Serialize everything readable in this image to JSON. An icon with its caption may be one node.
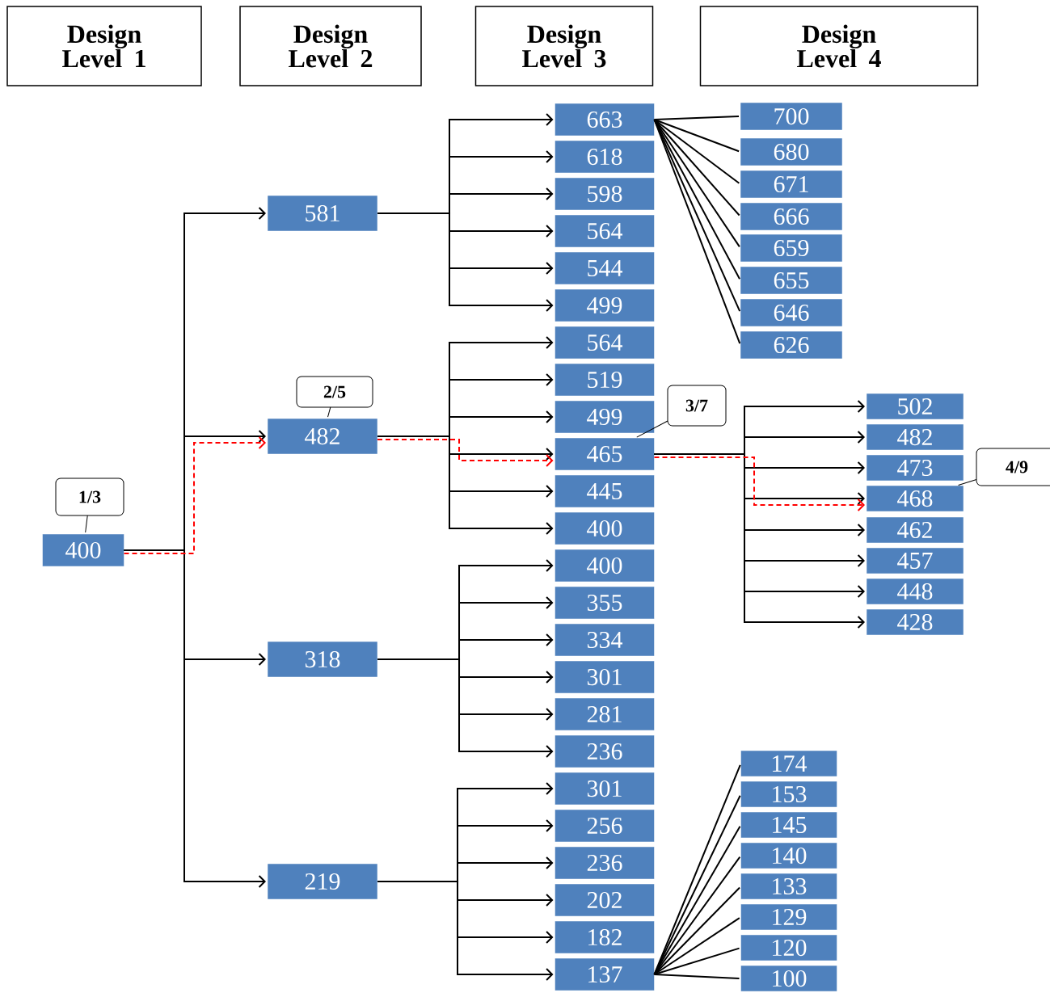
{
  "diagram": {
    "nodes": [
      {
        "text": [
          "Design Level 1"
        ]
      },
      {
        "text": [
          "Design Level 2"
        ]
      },
      {
        "text": [
          "Design Level 3"
        ]
      },
      {
        "text": [
          "Design Level 4"
        ]
      },
      {
        "text": [
          "400"
        ]
      },
      {
        "text": [
          "1/3"
        ]
      },
      {
        "text": [
          "581"
        ]
      },
      {
        "text": [
          "482"
        ]
      },
      {
        "text": [
          "2/5"
        ]
      },
      {
        "text": [
          "318"
        ]
      },
      {
        "text": [
          "219"
        ]
      },
      {
        "text": [
          "663"
        ]
      },
      {
        "text": [
          "618"
        ]
      },
      {
        "text": [
          "598"
        ]
      },
      {
        "text": [
          "564"
        ]
      },
      {
        "text": [
          "544"
        ]
      },
      {
        "text": [
          "499"
        ]
      },
      {
        "text": [
          "564"
        ]
      },
      {
        "text": [
          "519"
        ]
      },
      {
        "text": [
          "499"
        ]
      },
      {
        "text": [
          "465"
        ]
      },
      {
        "text": [
          "445"
        ]
      },
      {
        "text": [
          "400"
        ]
      },
      {
        "text": [
          "400"
        ]
      },
      {
        "text": [
          "355"
        ]
      },
      {
        "text": [
          "334"
        ]
      },
      {
        "text": [
          "301"
        ]
      },
      {
        "text": [
          "281"
        ]
      },
      {
        "text": [
          "236"
        ]
      },
      {
        "text": [
          "301"
        ]
      },
      {
        "text": [
          "256"
        ]
      },
      {
        "text": [
          "236"
        ]
      },
      {
        "text": [
          "202"
        ]
      },
      {
        "text": [
          "182"
        ]
      },
      {
        "text": [
          "137"
        ]
      },
      {
        "text": [
          "3/7"
        ]
      },
      {
        "text": [
          "700"
        ]
      },
      {
        "text": [
          "680"
        ]
      },
      {
        "text": [
          "671"
        ]
      },
      {
        "text": [
          "666"
        ]
      },
      {
        "text": [
          "659"
        ]
      },
      {
        "text": [
          "655"
        ]
      },
      {
        "text": [
          "646"
        ]
      },
      {
        "text": [
          "626"
        ]
      },
      {
        "text": [
          "502"
        ]
      },
      {
        "text": [
          "482"
        ]
      },
      {
        "text": [
          "473"
        ]
      },
      {
        "text": [
          "468"
        ]
      },
      {
        "text": [
          "462"
        ]
      },
      {
        "text": [
          "457"
        ]
      },
      {
        "text": [
          "448"
        ]
      },
      {
        "text": [
          "428"
        ]
      },
      {
        "text": [
          "4/9"
        ]
      },
      {
        "text": [
          "174"
        ]
      },
      {
        "text": [
          "153"
        ]
      },
      {
        "text": [
          "145"
        ]
      },
      {
        "text": [
          "140"
        ]
      },
      {
        "text": [
          "133"
        ]
      },
      {
        "text": [
          "129"
        ]
      },
      {
        "text": [
          "120"
        ]
      },
      {
        "text": [
          "100"
        ]
      }
    ],
    "edges": [
      {
        "from": 4,
        "to": 6,
        "arrow": "to"
      },
      {
        "from": 4,
        "to": 7,
        "arrow": "to"
      },
      {
        "from": 4,
        "to": 9,
        "arrow": "to"
      },
      {
        "from": 4,
        "to": 10,
        "arrow": "to"
      },
      {
        "from": 4,
        "to": 7,
        "arrow": "to",
        "style": "dashed",
        "color": "#ff0000"
      },
      {
        "from": 6,
        "to": 11,
        "arrow": "to"
      },
      {
        "from": 6,
        "to": 12,
        "arrow": "to"
      },
      {
        "from": 6,
        "to": 13,
        "arrow": "to"
      },
      {
        "from": 6,
        "to": 14,
        "arrow": "to"
      },
      {
        "from": 6,
        "to": 15,
        "arrow": "to"
      },
      {
        "from": 6,
        "to": 16,
        "arrow": "to"
      },
      {
        "from": 7,
        "to": 17,
        "arrow": "to"
      },
      {
        "from": 7,
        "to": 18,
        "arrow": "to"
      },
      {
        "from": 7,
        "to": 19,
        "arrow": "to"
      },
      {
        "from": 7,
        "to": 20,
        "arrow": "to"
      },
      {
        "from": 7,
        "to": 21,
        "arrow": "to"
      },
      {
        "from": 7,
        "to": 22,
        "arrow": "to"
      },
      {
        "from": 7,
        "to": 20,
        "arrow": "to",
        "style": "dashed",
        "color": "#ff0000"
      },
      {
        "from": 9,
        "to": 23,
        "arrow": "to"
      },
      {
        "from": 9,
        "to": 24,
        "arrow": "to"
      },
      {
        "from": 9,
        "to": 25,
        "arrow": "to"
      },
      {
        "from": 9,
        "to": 26,
        "arrow": "to"
      },
      {
        "from": 9,
        "to": 27,
        "arrow": "to"
      },
      {
        "from": 9,
        "to": 28,
        "arrow": "to"
      },
      {
        "from": 10,
        "to": 29,
        "arrow": "to"
      },
      {
        "from": 10,
        "to": 30,
        "arrow": "to"
      },
      {
        "from": 10,
        "to": 31,
        "arrow": "to"
      },
      {
        "from": 10,
        "to": 32,
        "arrow": "to"
      },
      {
        "from": 10,
        "to": 33,
        "arrow": "to"
      },
      {
        "from": 10,
        "to": 34,
        "arrow": "to"
      },
      {
        "from": 11,
        "to": 36,
        "arrow": "none"
      },
      {
        "from": 11,
        "to": 37,
        "arrow": "none"
      },
      {
        "from": 11,
        "to": 38,
        "arrow": "none"
      },
      {
        "from": 11,
        "to": 39,
        "arrow": "none"
      },
      {
        "from": 11,
        "to": 40,
        "arrow": "none"
      },
      {
        "from": 11,
        "to": 41,
        "arrow": "none"
      },
      {
        "from": 11,
        "to": 42,
        "arrow": "none"
      },
      {
        "from": 11,
        "to": 43,
        "arrow": "none"
      },
      {
        "from": 20,
        "to": 44,
        "arrow": "to"
      },
      {
        "from": 20,
        "to": 45,
        "arrow": "to"
      },
      {
        "from": 20,
        "to": 46,
        "arrow": "to"
      },
      {
        "from": 20,
        "to": 47,
        "arrow": "to"
      },
      {
        "from": 20,
        "to": 48,
        "arrow": "to"
      },
      {
        "from": 20,
        "to": 49,
        "arrow": "to"
      },
      {
        "from": 20,
        "to": 50,
        "arrow": "to"
      },
      {
        "from": 20,
        "to": 51,
        "arrow": "to"
      },
      {
        "from": 20,
        "to": 47,
        "arrow": "to",
        "style": "dashed",
        "color": "#ff0000"
      },
      {
        "from": 34,
        "to": 53,
        "arrow": "none"
      },
      {
        "from": 34,
        "to": 54,
        "arrow": "none"
      },
      {
        "from": 34,
        "to": 55,
        "arrow": "none"
      },
      {
        "from": 34,
        "to": 56,
        "arrow": "none"
      },
      {
        "from": 34,
        "to": 57,
        "arrow": "none"
      },
      {
        "from": 34,
        "to": 58,
        "arrow": "none"
      },
      {
        "from": 34,
        "to": 59,
        "arrow": "none"
      },
      {
        "from": 34,
        "to": 60,
        "arrow": "none"
      },
      {
        "from": 5,
        "to": 4,
        "arrow": "none"
      },
      {
        "from": 8,
        "to": 7,
        "arrow": "none"
      },
      {
        "from": 35,
        "to": 20,
        "arrow": "none"
      },
      {
        "from": 52,
        "to": 47,
        "arrow": "none"
      }
    ]
  }
}
